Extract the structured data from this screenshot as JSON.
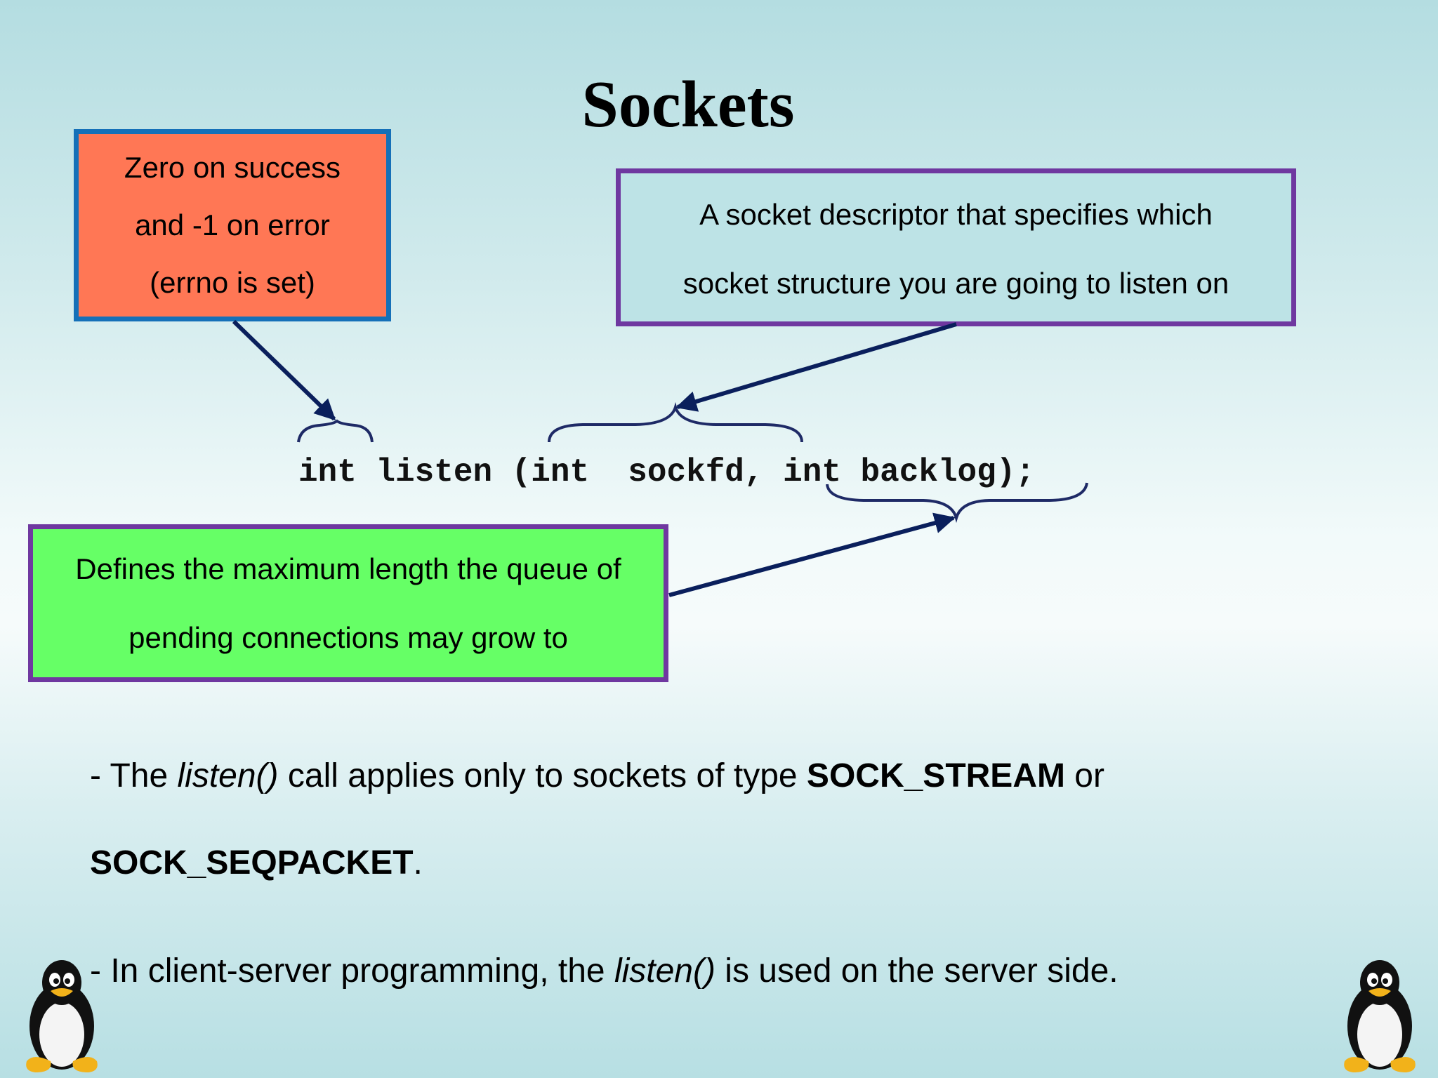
{
  "slide": {
    "title": "Sockets"
  },
  "callouts": {
    "return_value": {
      "lines": [
        "Zero on success",
        "and -1 on error",
        "(errno is set)"
      ],
      "fill": "#ff7755",
      "border": "#1570b8"
    },
    "sockfd": {
      "lines": [
        "A socket descriptor that specifies which",
        "socket structure you are going to listen on"
      ],
      "fill": "#bde3e6",
      "border": "#6f38a0"
    },
    "backlog": {
      "lines": [
        "Defines the maximum length the queue of",
        "pending connections may grow to"
      ],
      "fill": "#66ff66",
      "border": "#6f38a0"
    }
  },
  "code": {
    "signature": "int listen (int  sockfd, int backlog);"
  },
  "bullets": {
    "first": {
      "prefix": "- The ",
      "func": "listen()",
      "middle": " call applies only to sockets of type ",
      "type1": "SOCK_STREAM",
      "or": " or",
      "type2": "SOCK_SEQPACKET",
      "end": "."
    },
    "second": {
      "prefix": "- In client-server programming, the ",
      "func": "listen()",
      "suffix": " is used on the server side."
    }
  },
  "colors": {
    "arrow": "#0a1f5c",
    "brace": "#1e2a66"
  },
  "icons": [
    "tux-penguin-icon",
    "tux-penguin-icon"
  ]
}
